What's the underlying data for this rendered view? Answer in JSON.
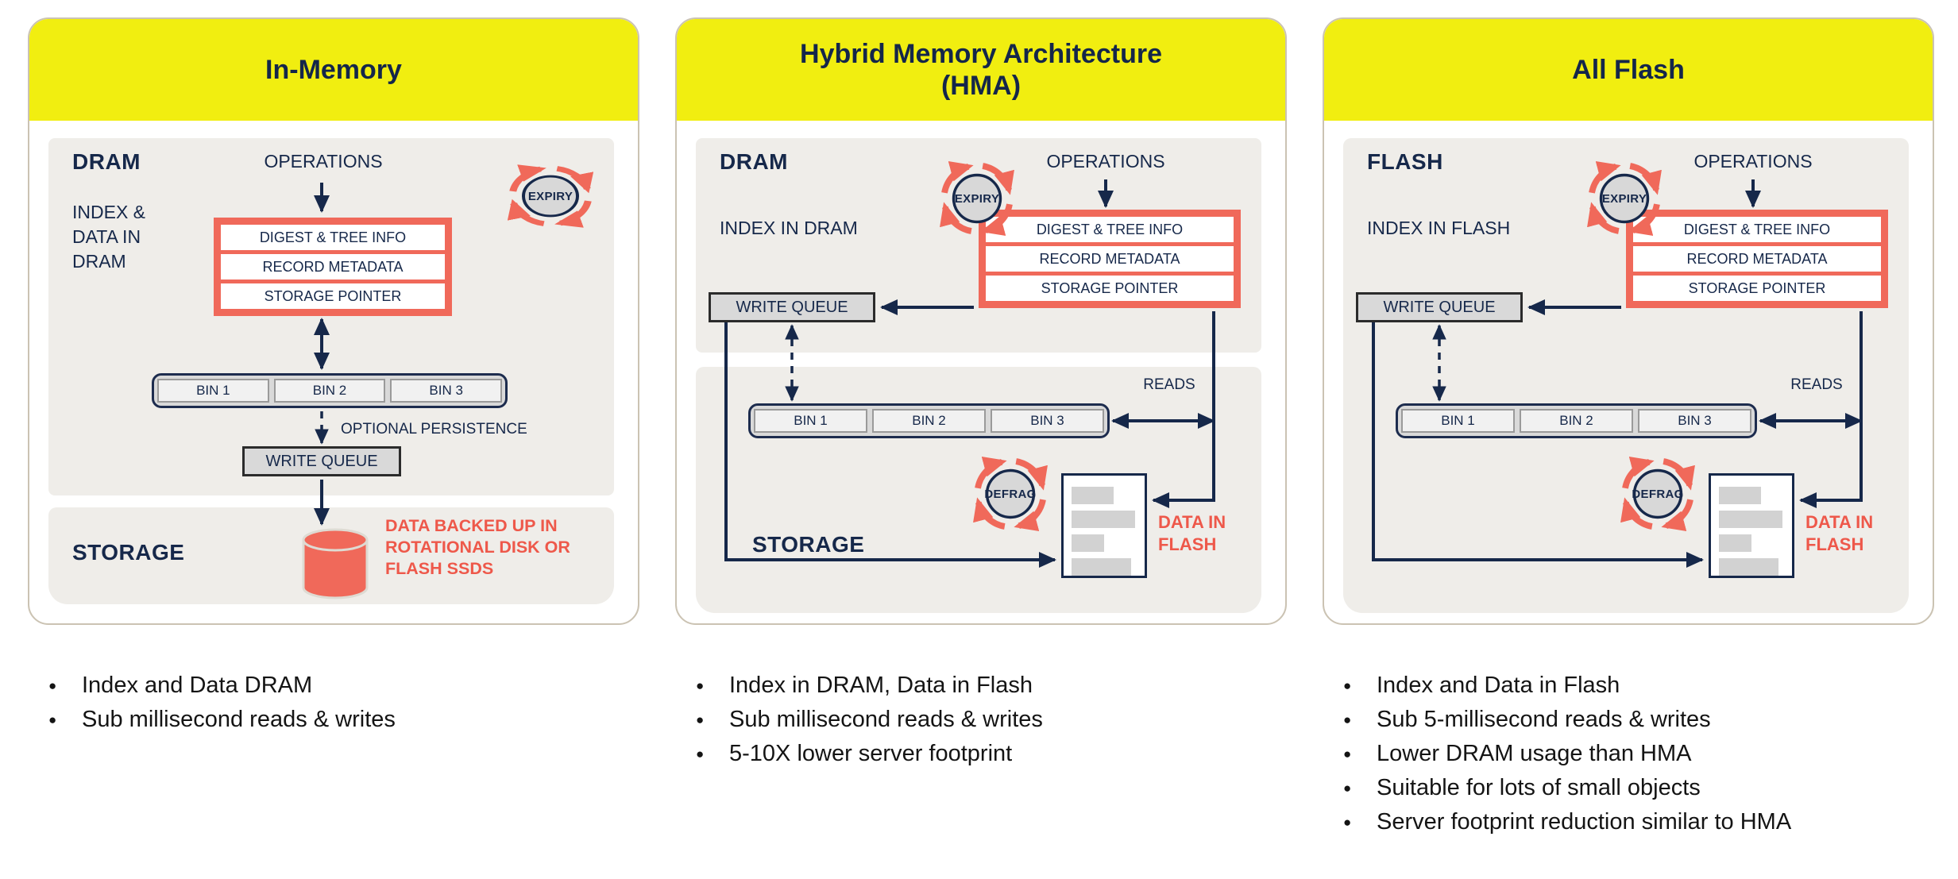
{
  "colors": {
    "header_yellow": "#f1ee10",
    "navy": "#16284a",
    "salmon": "#f0695a",
    "panel_gray": "#efede9",
    "box_gray": "#d9d9d9"
  },
  "cards": [
    {
      "title": "In-Memory",
      "memory_label": "DRAM",
      "index_label": "INDEX &\nDATA IN\nDRAM",
      "operations_label": "OPERATIONS",
      "expiry_label": "EXPIRY",
      "index_box_rows": [
        "DIGEST & TREE INFO",
        "RECORD METADATA",
        "STORAGE POINTER"
      ],
      "bins": [
        "BIN 1",
        "BIN 2",
        "BIN 3"
      ],
      "optional_persistence_label": "OPTIONAL PERSISTENCE",
      "write_queue_label": "WRITE QUEUE",
      "storage_label": "STORAGE",
      "storage_note": "DATA BACKED UP IN\nROTATIONAL DISK OR\nFLASH SSDS",
      "bullets": [
        "Index and Data DRAM",
        "Sub millisecond reads & writes"
      ]
    },
    {
      "title": "Hybrid Memory Architecture\n(HMA)",
      "memory_label": "DRAM",
      "index_label": "INDEX IN DRAM",
      "operations_label": "OPERATIONS",
      "expiry_label": "EXPIRY",
      "index_box_rows": [
        "DIGEST & TREE INFO",
        "RECORD METADATA",
        "STORAGE POINTER"
      ],
      "bins": [
        "BIN 1",
        "BIN 2",
        "BIN 3"
      ],
      "write_queue_label": "WRITE QUEUE",
      "reads_label": "READS",
      "defrag_label": "DEFRAG",
      "storage_label": "STORAGE",
      "data_note": "DATA IN\nFLASH",
      "bullets": [
        "Index in DRAM, Data in Flash",
        "Sub millisecond reads & writes",
        "5-10X lower server footprint"
      ]
    },
    {
      "title": "All Flash",
      "memory_label": "FLASH",
      "index_label": "INDEX IN FLASH",
      "operations_label": "OPERATIONS",
      "expiry_label": "EXPIRY",
      "index_box_rows": [
        "DIGEST & TREE INFO",
        "RECORD METADATA",
        "STORAGE POINTER"
      ],
      "bins": [
        "BIN 1",
        "BIN 2",
        "BIN 3"
      ],
      "write_queue_label": "WRITE QUEUE",
      "reads_label": "READS",
      "defrag_label": "DEFRAG",
      "data_note": "DATA IN\nFLASH",
      "bullets": [
        "Index and Data in Flash",
        "Sub 5-millisecond reads & writes",
        "Lower DRAM usage than HMA",
        "Suitable for lots of small objects",
        "Server footprint reduction similar to HMA"
      ]
    }
  ]
}
